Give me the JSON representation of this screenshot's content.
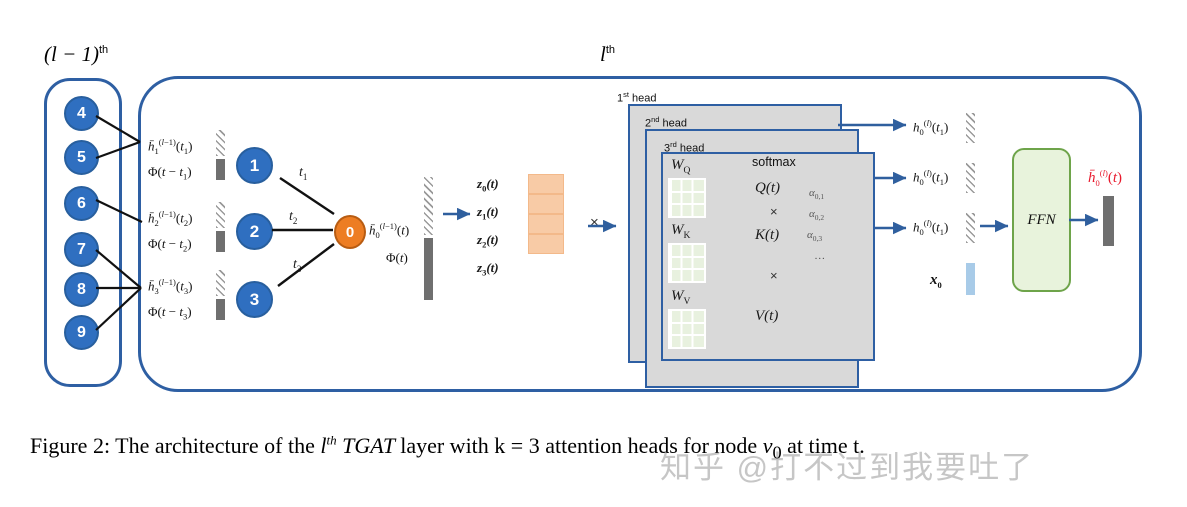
{
  "figure": {
    "caption_pre": "Figure 2: The architecture of the ",
    "caption_l": "l",
    "caption_th": "th",
    "caption_tgat": " TGAT ",
    "caption_mid": "layer with k = 3 attention heads for node ",
    "caption_v0": "v",
    "caption_v0sub": "0",
    "caption_end": " at time t.",
    "watermark": "知乎 @打不过到我要吐了"
  },
  "layers": {
    "prev_label_main": "(l − 1)",
    "prev_label_sup": "th",
    "cur_label_main": "l",
    "cur_label_sup": "th"
  },
  "neighbor_nodes": [
    "4",
    "5",
    "6",
    "7",
    "8",
    "9"
  ],
  "inner_nodes": [
    "1",
    "2",
    "3"
  ],
  "center_node": "0",
  "neighbor_features": [
    {
      "h": "h̄1(l−1)(t1)",
      "phi": "Φ(t − t1)"
    },
    {
      "h": "h̄2(l−1)(t2)",
      "phi": "Φ(t − t2)"
    },
    {
      "h": "h̄3(l−1)(t3)",
      "phi": "Φ(t − t3)"
    }
  ],
  "edge_times": [
    "t1",
    "t2",
    "t3"
  ],
  "center_features": {
    "h": "h̄0(l−1)(t)",
    "phi": "Φ(t)"
  },
  "z_matrix": {
    "rows": [
      "z0(t)",
      "z1(t)",
      "z2(t)",
      "z3(t)"
    ],
    "multiply_symbol": "×"
  },
  "heads": [
    {
      "title_num": "1",
      "title_sup": "st",
      "title_word": " head"
    },
    {
      "title_num": "2",
      "title_sup": "nd",
      "title_word": " head"
    },
    {
      "title_num": "3",
      "title_sup": "rd",
      "title_word": " head"
    }
  ],
  "head_content": {
    "w_q": "W",
    "w_q_sub": "Q",
    "w_k": "W",
    "w_k_sub": "K",
    "w_v": "W",
    "w_v_sub": "V",
    "softmax": "softmax",
    "q_t": "Q(t)",
    "k_t": "K(t)",
    "v_t": "V(t)",
    "times1": "×",
    "times2": "×",
    "alphas": [
      "α0,1",
      "α0,2",
      "α0,3",
      "…"
    ]
  },
  "head_outputs": [
    "h0(l)(t1)",
    "h0(l)(t1)",
    "h0(l)(t1)"
  ],
  "node_feature": "x0",
  "ffn": {
    "label": "FFN"
  },
  "output": {
    "label": "h̄0(l)(t)",
    "color": "#e8192c"
  },
  "colors": {
    "node_blue": "#2f6fc0",
    "node_orange": "#ed7d23",
    "box_border": "#2e5fa3",
    "head_fill": "#d9d9d9",
    "z_fill": "#f8cba6",
    "w_fill": "#e8f1df",
    "ffn_fill": "#e8f3dc",
    "ffn_border": "#6ea44a",
    "arrow": "#2f5f9e",
    "output_red": "#e8192c",
    "bar_solid": "#6f6f6f",
    "bar_blue": "#a8cbe8"
  }
}
